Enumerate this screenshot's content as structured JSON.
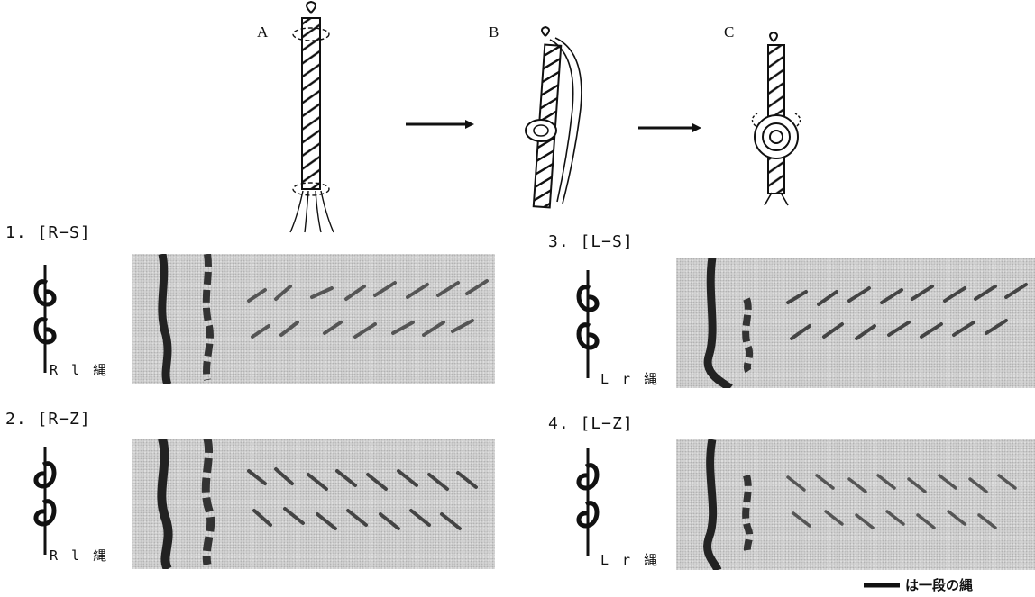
{
  "steps": {
    "a": "A",
    "b": "B",
    "c": "C"
  },
  "sections": [
    {
      "label": "1. [R−S]",
      "rope": "R l 縄"
    },
    {
      "label": "2. [R−Z]",
      "rope": "R l 縄"
    },
    {
      "label": "3. [L−S]",
      "rope": "L r 縄"
    },
    {
      "label": "4. [L−Z]",
      "rope": "L r 縄"
    }
  ],
  "legend": {
    "text": "は一段の縄"
  }
}
